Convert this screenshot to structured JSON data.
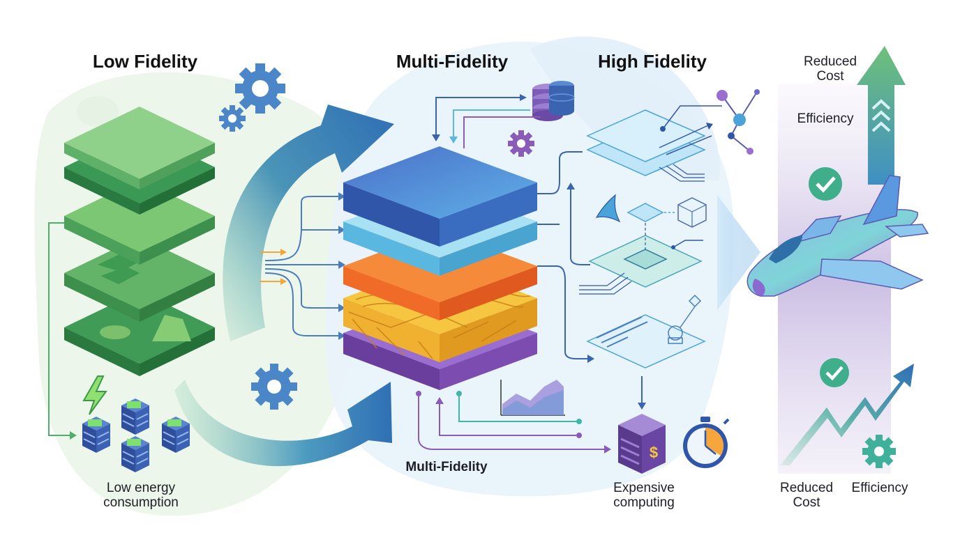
{
  "titles": {
    "low": "Low Fidelity",
    "multi": "Multi-Fidelity",
    "high": "High Fidelity"
  },
  "captions": {
    "low_energy": "Low energy\nconsumption",
    "multi_bottom": "Multi-Fidelity",
    "expensive": "Expensive\ncomputing",
    "reduced_cost_top": "Reduced\nCost",
    "efficiency_top": "Efficiency",
    "reduced_cost_bottom": "Reduced\nCost",
    "efficiency_bottom": "Efficiency"
  },
  "icons": {
    "currency_symbol": "$"
  },
  "colors": {
    "green_dark": "#2e8a4e",
    "green_light": "#8fd08a",
    "blue_main": "#3a74b8",
    "blue_light": "#8fd4f0",
    "orange": "#f08a3c",
    "yellow": "#f6c640",
    "purple": "#8a5cb8",
    "teal": "#3fb6a8"
  }
}
